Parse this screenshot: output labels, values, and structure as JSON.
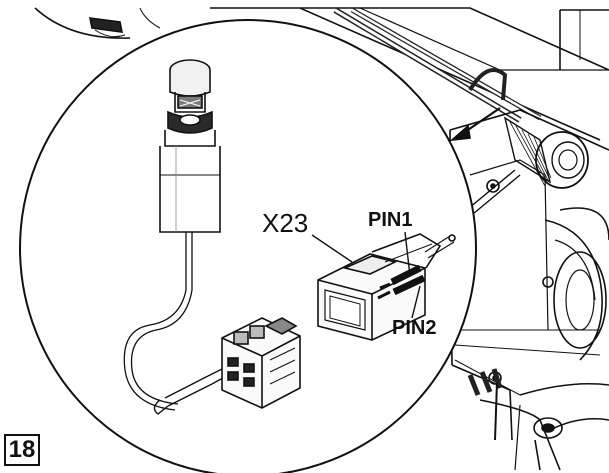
{
  "figure_number": "18",
  "callouts": {
    "connector": "X23",
    "pin1": "PIN1",
    "pin2": "PIN2"
  },
  "colors": {
    "ink": "#111111",
    "mid_gray": "#6d6d6d",
    "light_gray": "#bdbdbd",
    "background": "#ffffff"
  }
}
